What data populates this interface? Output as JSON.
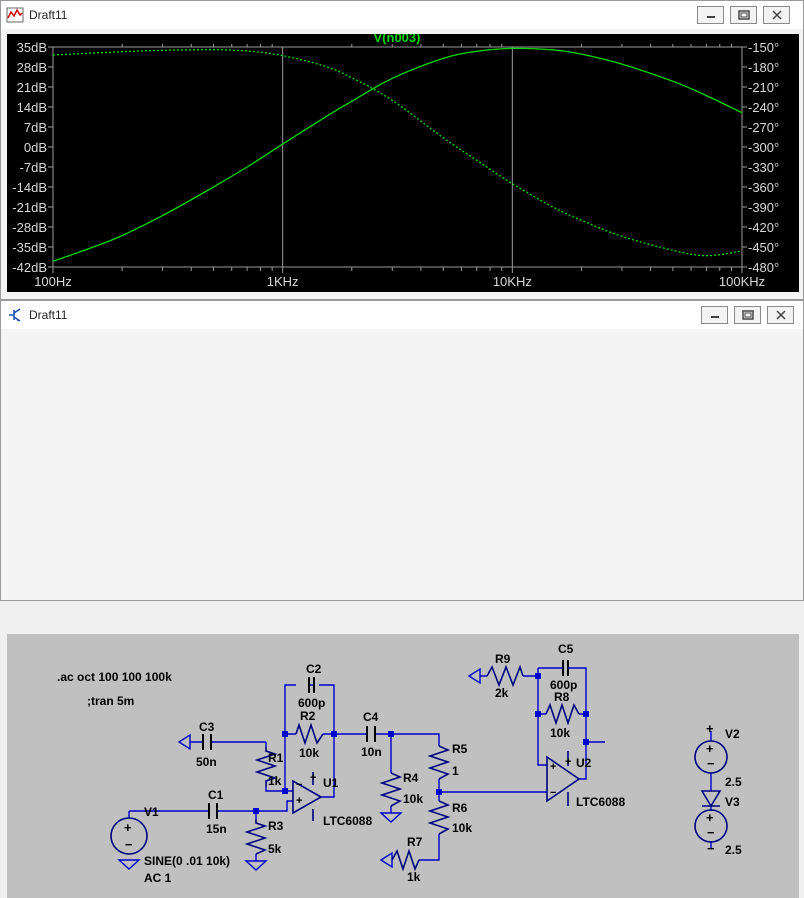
{
  "plot_window": {
    "title": "Draft11",
    "trace_label": "V(n003)"
  },
  "schematic_window": {
    "title": "Draft11",
    "directives": [
      ".ac oct 100 100 100k",
      ";tran 5m"
    ],
    "components": [
      {
        "ref": "C2",
        "value": "600p"
      },
      {
        "ref": "R2",
        "value": "10k"
      },
      {
        "ref": "C3",
        "value": "50n"
      },
      {
        "ref": "R1",
        "value": "1k"
      },
      {
        "ref": "C4",
        "value": "10n"
      },
      {
        "ref": "R4",
        "value": "10k"
      },
      {
        "ref": "R5",
        "value": "1"
      },
      {
        "ref": "R6",
        "value": "10k"
      },
      {
        "ref": "R7",
        "value": "1k"
      },
      {
        "ref": "C1",
        "value": "15n"
      },
      {
        "ref": "R3",
        "value": "5k"
      },
      {
        "ref": "R9",
        "value": "2k"
      },
      {
        "ref": "C5",
        "value": "600p"
      },
      {
        "ref": "R8",
        "value": "10k"
      },
      {
        "ref": "V2",
        "value": "2.5"
      },
      {
        "ref": "V3",
        "value": "2.5"
      }
    ],
    "opamps": [
      {
        "ref": "U1",
        "model": "LTC6088"
      },
      {
        "ref": "U2",
        "model": "LTC6088"
      }
    ],
    "source": {
      "ref": "V1",
      "spec": "SINE(0 .01 10k)",
      "ac": "AC 1"
    }
  },
  "chart_data": {
    "type": "line",
    "title": "V(n003)",
    "x_scale": "log",
    "xlim": [
      100,
      100000
    ],
    "x_ticks": [
      "100Hz",
      "1KHz",
      "10KHz",
      "100KHz"
    ],
    "y_left_ticks": [
      "35dB",
      "28dB",
      "21dB",
      "14dB",
      "7dB",
      "0dB",
      "-7dB",
      "-14dB",
      "-21dB",
      "-28dB",
      "-35dB",
      "-42dB"
    ],
    "y_right_ticks": [
      "-150°",
      "-180°",
      "-210°",
      "-240°",
      "-270°",
      "-300°",
      "-330°",
      "-360°",
      "-390°",
      "-420°",
      "-450°",
      "-480°"
    ],
    "ylim_left": [
      -42,
      35
    ],
    "ylim_right": [
      -480,
      -150
    ],
    "series": [
      {
        "name": "V(n003)",
        "axis": "left",
        "style": "solid",
        "color": "#00d800",
        "x": [
          100,
          150,
          200,
          300,
          500,
          700,
          1000,
          1500,
          2000,
          3000,
          5000,
          7000,
          10000,
          15000,
          20000,
          30000,
          50000,
          70000,
          100000
        ],
        "y": [
          -40,
          -35,
          -31,
          -24,
          -14,
          -7,
          1,
          10,
          16,
          24,
          31,
          33.5,
          34.5,
          34,
          32.5,
          29,
          23,
          18,
          12
        ]
      },
      {
        "name": "V(n003) phase",
        "axis": "right",
        "style": "dashed",
        "color": "#00d800",
        "x": [
          100,
          150,
          200,
          300,
          500,
          700,
          1000,
          1500,
          2000,
          3000,
          5000,
          7000,
          10000,
          15000,
          20000,
          30000,
          50000,
          70000,
          100000
        ],
        "y": [
          -162,
          -159,
          -157,
          -155,
          -154,
          -156,
          -163,
          -178,
          -196,
          -230,
          -286,
          -320,
          -355,
          -390,
          -410,
          -434,
          -455,
          -463,
          -456
        ]
      }
    ]
  }
}
